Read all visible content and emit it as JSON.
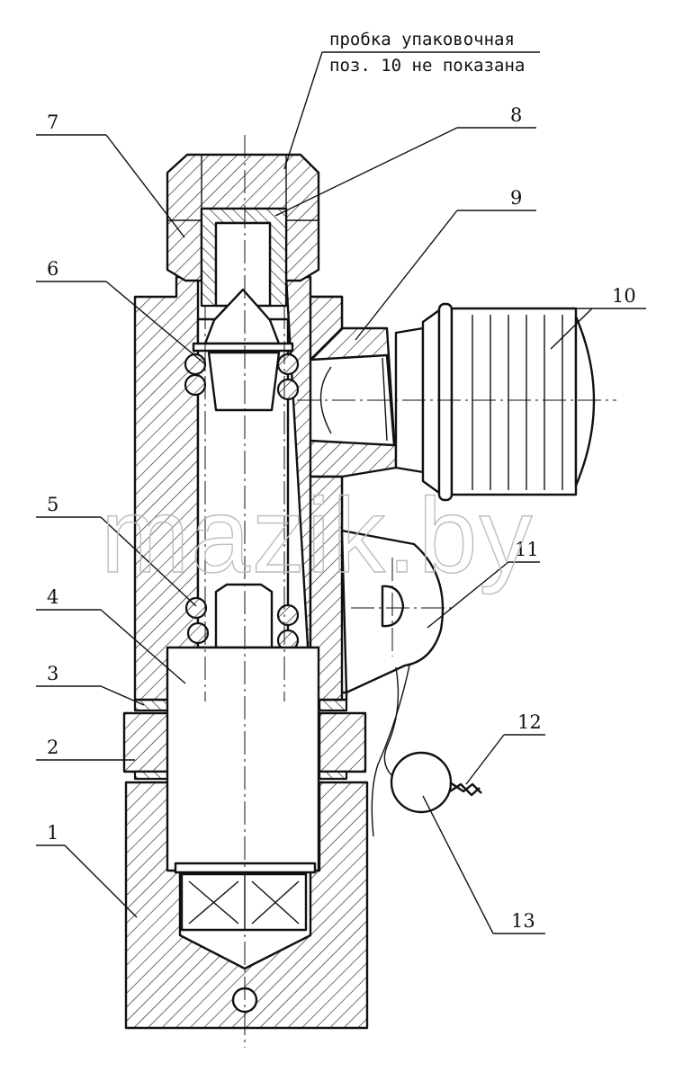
{
  "note": {
    "line1": "пробка упаковочная",
    "line2": "поз. 10 не показана"
  },
  "watermark": "mazik.by",
  "callouts": {
    "c1": "1",
    "c2": "2",
    "c3": "3",
    "c4": "4",
    "c5": "5",
    "c6": "6",
    "c7": "7",
    "c8": "8",
    "c9": "9",
    "c10": "10",
    "c11": "11",
    "c12": "12",
    "c13": "13"
  },
  "colors": {
    "line": "#111111",
    "watermark": "#bdbdbd",
    "background": "#ffffff"
  }
}
